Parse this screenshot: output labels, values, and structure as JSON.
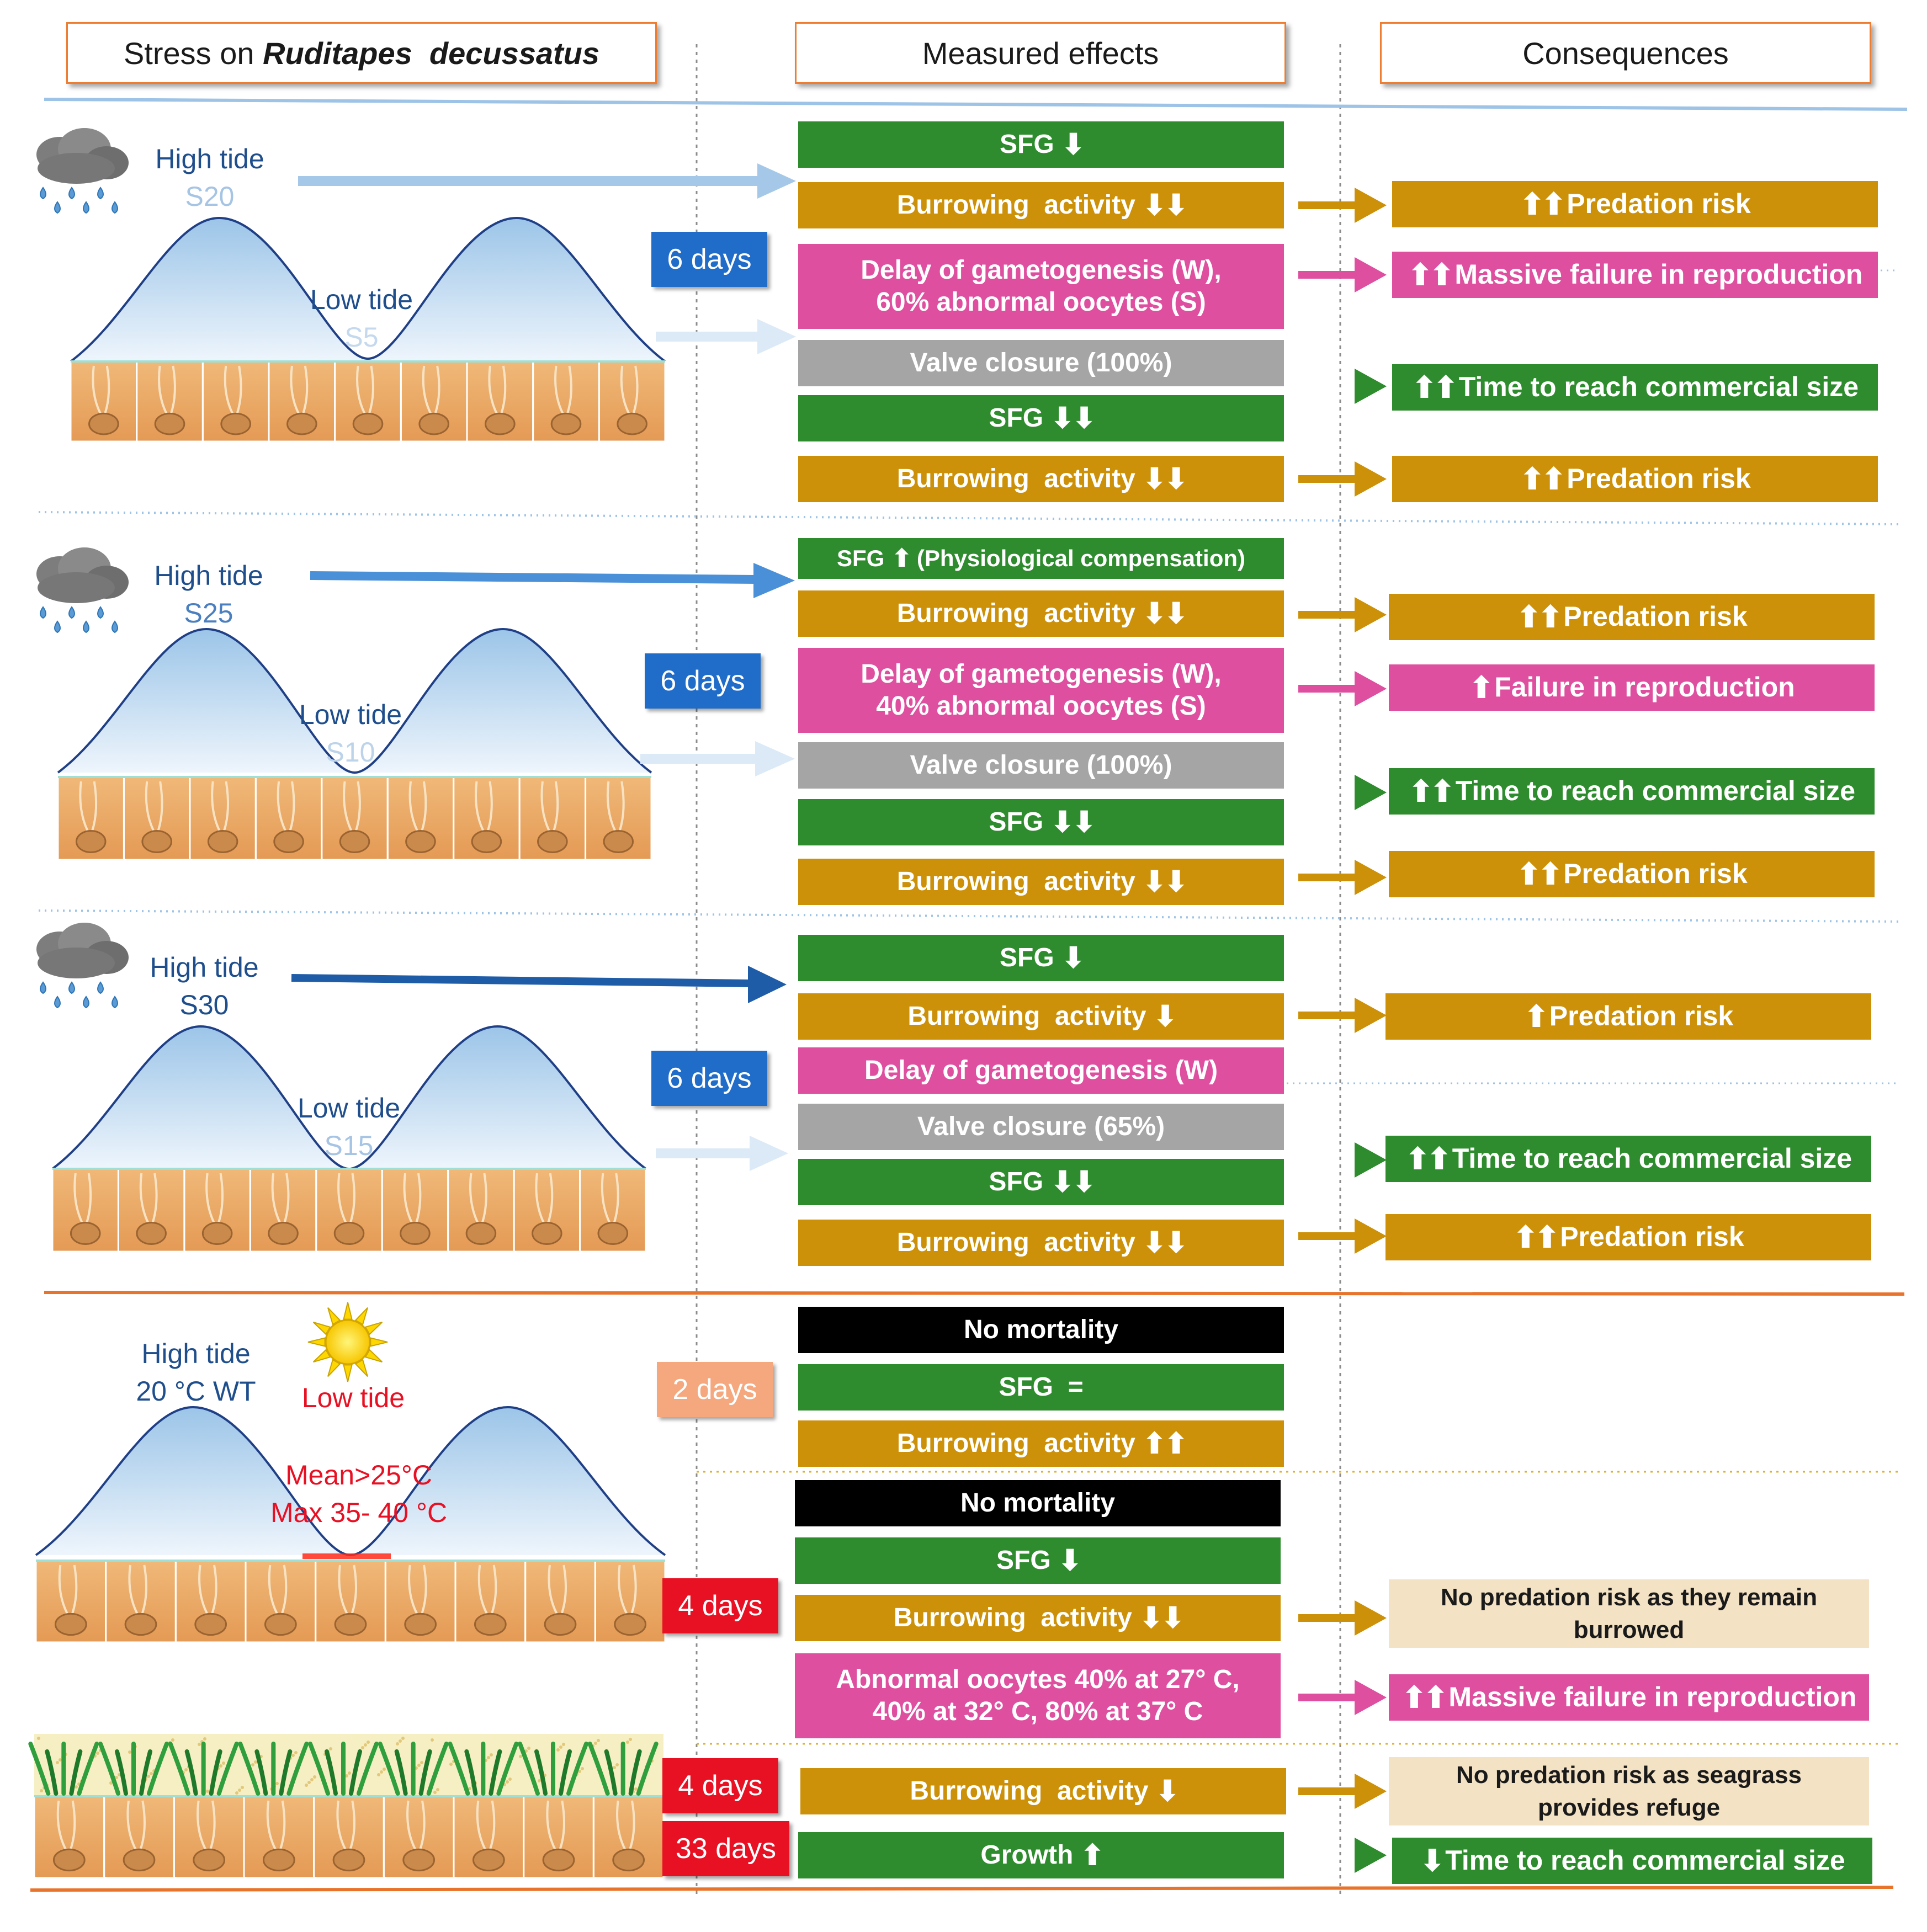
{
  "headers": {
    "stress_prefix": "Stress on ",
    "stress_species": "Ruditapes  decussatus",
    "effects": "Measured effects",
    "consequences": "Consequences"
  },
  "symbols": {
    "down": "⬇",
    "down2": "⬇⬇",
    "up": "⬆",
    "up2": "⬆⬆"
  },
  "section1": {
    "high_tide": "High tide",
    "high_sal": "S20",
    "low_tide": "Low tide",
    "low_sal": "S5",
    "days": "6 days",
    "effects": {
      "sfg1": "SFG",
      "burrow1": "Burrowing  activity",
      "gameto": "Delay of gametogenesis (W), 60% abnormal oocytes (S)",
      "valve": "Valve closure (100%)",
      "sfg2": "SFG",
      "burrow2": "Burrowing  activity"
    },
    "consequences": {
      "pred1": "Predation risk",
      "repro": "Massive failure in reproduction",
      "time": "Time to reach commercial size",
      "pred2": "Predation risk"
    }
  },
  "section2": {
    "high_tide": "High tide",
    "high_sal": "S25",
    "low_tide": "Low tide",
    "low_sal": "S10",
    "days": "6 days",
    "effects": {
      "sfg1": "SFG",
      "sfg1_note": "(Physiological compensation)",
      "burrow1": "Burrowing  activity",
      "gameto": "Delay of gametogenesis (W), 40% abnormal oocytes (S)",
      "valve": "Valve closure (100%)",
      "sfg2": "SFG",
      "burrow2": "Burrowing  activity"
    },
    "consequences": {
      "pred1": "Predation risk",
      "repro": "Failure in reproduction",
      "time": "Time to reach commercial size",
      "pred2": "Predation risk"
    }
  },
  "section3": {
    "high_tide": "High tide",
    "high_sal": "S30",
    "low_tide": "Low tide",
    "low_sal": "S15",
    "days": "6 days",
    "effects": {
      "sfg1": "SFG",
      "burrow1": "Burrowing  activity",
      "gameto": "Delay of gametogenesis (W)",
      "valve": "Valve closure (65%)",
      "sfg2": "SFG",
      "burrow2": "Burrowing  activity"
    },
    "consequences": {
      "pred1": "Predation risk",
      "time": "Time to reach commercial size",
      "pred2": "Predation risk"
    }
  },
  "section4": {
    "high_tide": "High tide",
    "high_temp": "20 °C WT",
    "low_tide": "Low tide",
    "mean": "Mean>25°C",
    "max": "Max 35- 40 °C",
    "days_a": "2 days",
    "days_b": "4 days",
    "effects_a": {
      "mort": "No mortality",
      "sfg": "SFG  =",
      "burrow": "Burrowing  activity"
    },
    "effects_b": {
      "mort": "No mortality",
      "sfg": "SFG",
      "burrow": "Burrowing  activity",
      "oocytes": "Abnormal oocytes 40% at 27° C, 40% at 32° C, 80% at 37° C"
    },
    "consequences": {
      "no_pred": "No predation risk as they remain burrowed",
      "repro": "Massive failure in reproduction"
    }
  },
  "section5": {
    "days_a": "4 days",
    "days_b": "33 days",
    "effects": {
      "burrow": "Burrowing  activity",
      "growth": "Growth"
    },
    "consequences": {
      "no_pred": "No predation risk as seagrass provides refuge",
      "time": "Time to reach commercial size"
    }
  },
  "colors": {
    "green": "#2E8B2E",
    "gold": "#CC9108",
    "pink": "#DE4FA0",
    "grey": "#A5A5A5",
    "blue_badge": "#1F6CC9",
    "peach_badge": "#F5A77D",
    "red_badge": "#E81123",
    "header_border": "#ED7D31",
    "separator_orange": "#E8742C"
  }
}
